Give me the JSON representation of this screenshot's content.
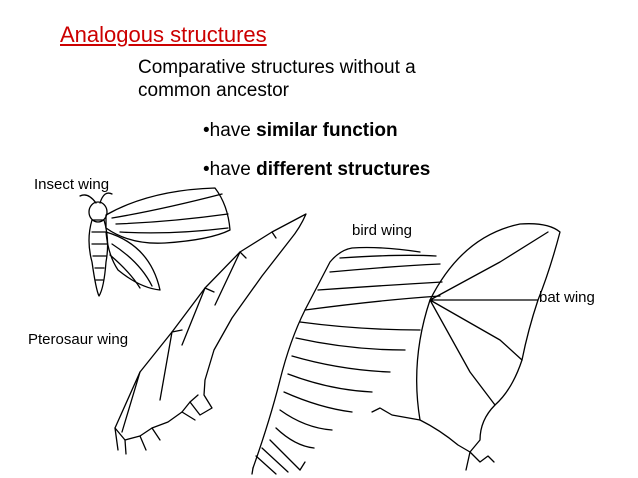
{
  "slide": {
    "title": "Analogous structures",
    "subtitle": "Comparative structures without a common ancestor",
    "bullets": [
      {
        "prefix": "•have ",
        "bold": "similar function"
      },
      {
        "prefix": "•have ",
        "bold": "different structures"
      }
    ]
  },
  "labels": {
    "insect": "Insect wing",
    "bird": "bird wing",
    "bat": "bat wing",
    "pterosaur": "Pterosaur wing"
  },
  "colors": {
    "title": "#cc0000",
    "ink": "#000000"
  }
}
